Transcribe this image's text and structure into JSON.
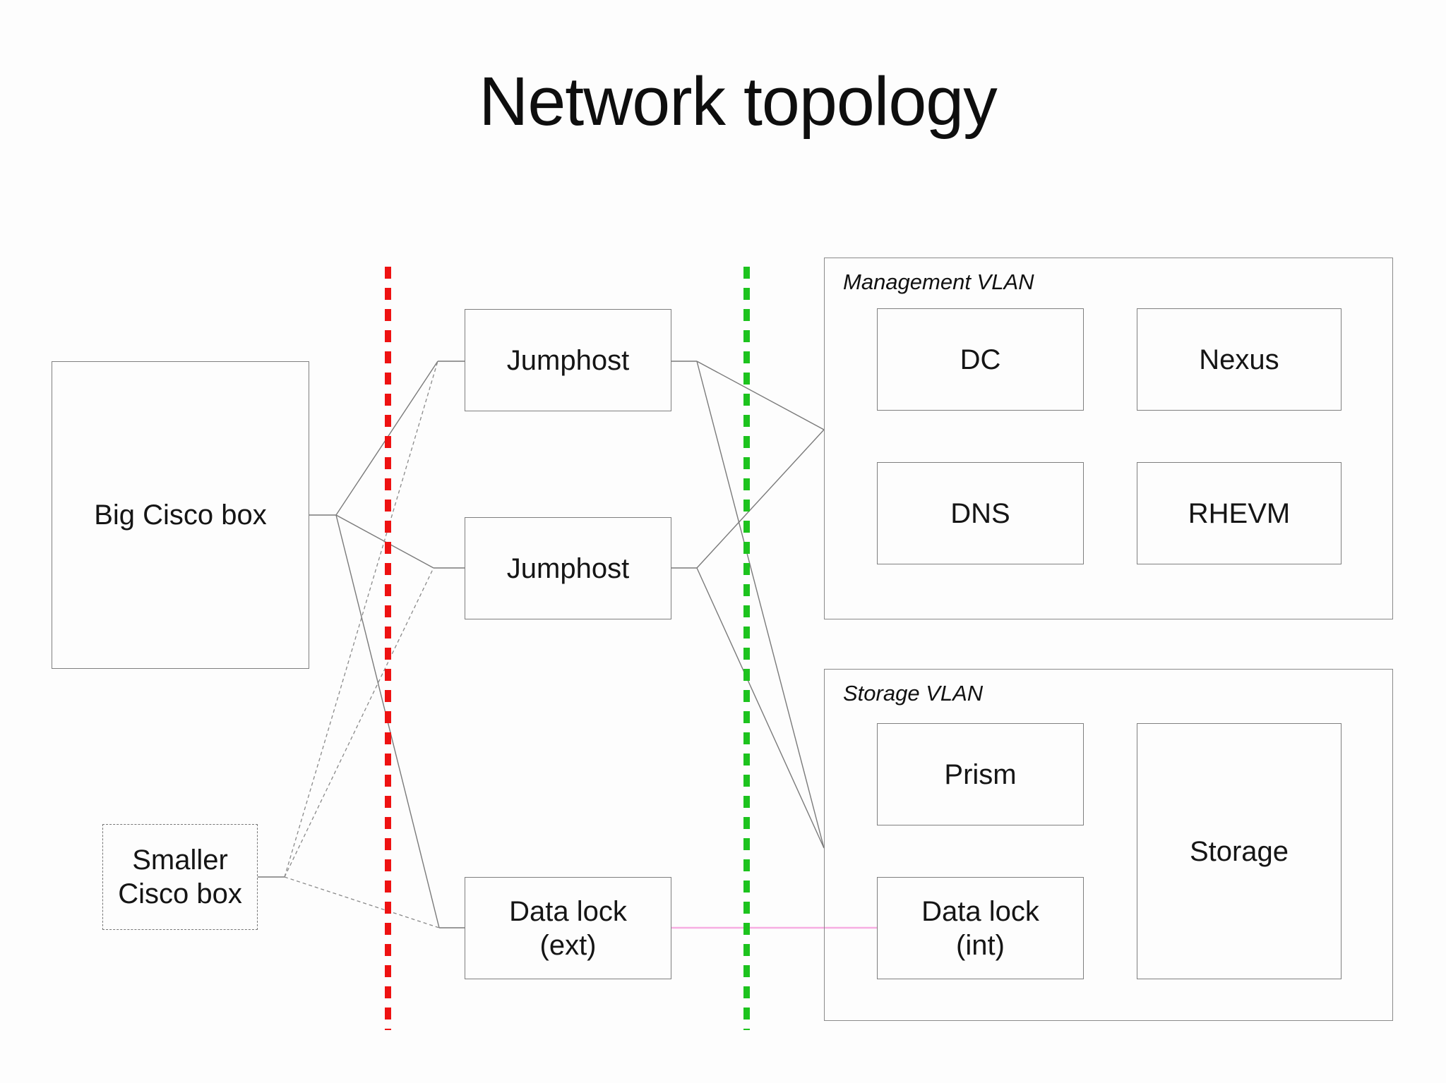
{
  "title": "Network topology",
  "nodes": {
    "big_cisco": {
      "label": "Big Cisco box"
    },
    "smaller_cisco": {
      "label": "Smaller Cisco box"
    },
    "jumphost_top": {
      "label": "Jumphost"
    },
    "jumphost_bottom": {
      "label": "Jumphost"
    },
    "datalock_ext": {
      "label": "Data lock",
      "sublabel": "(ext)"
    },
    "datalock_int": {
      "label": "Data lock",
      "sublabel": "(int)"
    },
    "dc": {
      "label": "DC"
    },
    "nexus": {
      "label": "Nexus"
    },
    "dns": {
      "label": "DNS"
    },
    "rhevm": {
      "label": "RHEVM"
    },
    "prism": {
      "label": "Prism"
    },
    "storage": {
      "label": "Storage"
    }
  },
  "groups": {
    "management_vlan": {
      "label": "Management VLAN"
    },
    "storage_vlan": {
      "label": "Storage VLAN"
    }
  },
  "edges": [
    {
      "from": "Big Cisco box",
      "to": "Jumphost (top)",
      "style": "solid"
    },
    {
      "from": "Big Cisco box",
      "to": "Jumphost (bottom)",
      "style": "solid"
    },
    {
      "from": "Big Cisco box",
      "to": "Data lock (ext)",
      "style": "solid"
    },
    {
      "from": "Smaller Cisco box",
      "to": "Jumphost (top)",
      "style": "dotted"
    },
    {
      "from": "Smaller Cisco box",
      "to": "Jumphost (bottom)",
      "style": "dotted"
    },
    {
      "from": "Smaller Cisco box",
      "to": "Data lock (ext)",
      "style": "dotted"
    },
    {
      "from": "Jumphost (top)",
      "to": "Management VLAN",
      "style": "solid"
    },
    {
      "from": "Jumphost (bottom)",
      "to": "Management VLAN",
      "style": "solid"
    },
    {
      "from": "Jumphost (top)",
      "to": "Storage VLAN",
      "style": "solid"
    },
    {
      "from": "Jumphost (bottom)",
      "to": "Storage VLAN",
      "style": "solid"
    },
    {
      "from": "Data lock (ext)",
      "to": "Data lock (int)",
      "style": "pink-link"
    }
  ],
  "dividers": {
    "red": {
      "color": "#ee1212",
      "style": "dashed-vertical"
    },
    "green": {
      "color": "#1dc31e",
      "style": "dashed-vertical"
    }
  },
  "colors": {
    "connector": "#7a7a7a",
    "pink_link": "#f7aee2",
    "box_border": "#7f7f7f"
  }
}
